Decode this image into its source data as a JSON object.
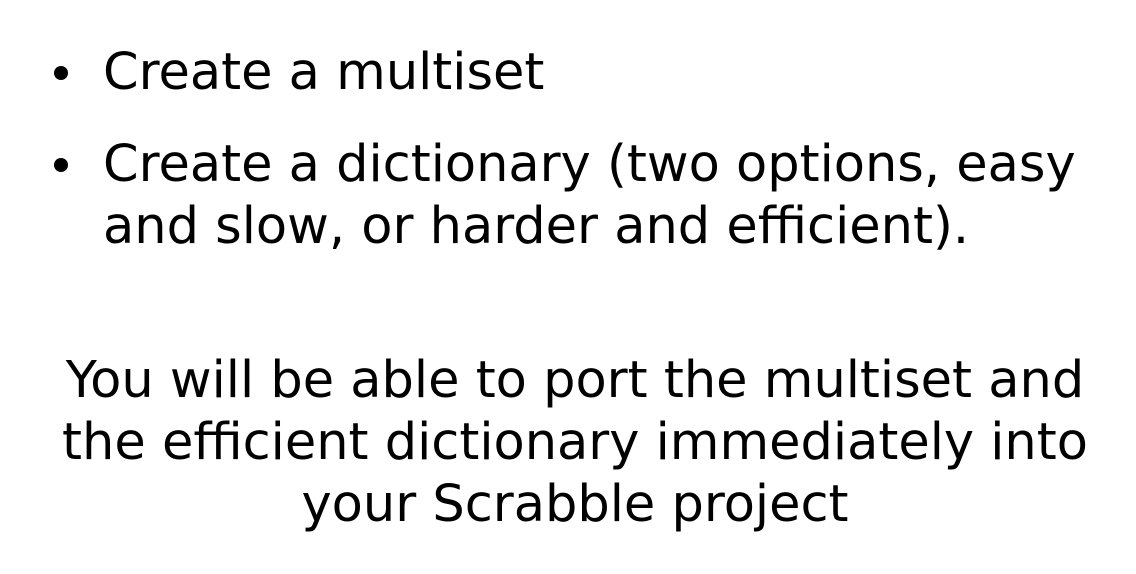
{
  "bullets": [
    {
      "lines": [
        "Create a multiset"
      ]
    },
    {
      "lines": [
        "Create a dictionary (two options, easy",
        "and slow, or harder and efficient)."
      ]
    }
  ],
  "closing": {
    "lines": [
      "You will be able to port the multiset and",
      "the efficient dictionary immediately into",
      "your Scrabble project"
    ]
  }
}
